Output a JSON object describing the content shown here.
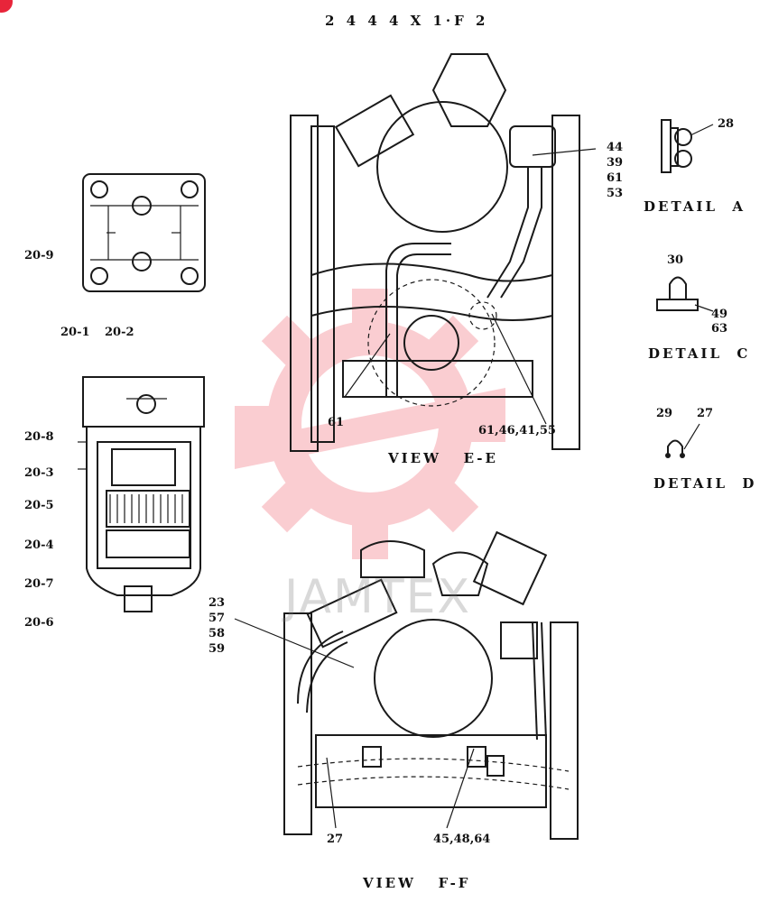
{
  "header": {
    "drawing_number": "2 4 4 4 X 1·F 2"
  },
  "colors": {
    "badge": "#e8253a",
    "watermark_logo": "#f6a6ad",
    "line": "#1a1a1a"
  },
  "watermark": {
    "text": "JAMTEX"
  },
  "views": {
    "view_ee": {
      "title": "VIEW   E-E",
      "callouts": [
        "44",
        "39",
        "61",
        "53",
        "61",
        "61,46,41,55"
      ]
    },
    "view_ff": {
      "title": "VIEW   F-F",
      "callouts": [
        "23",
        "57",
        "58",
        "59",
        "27",
        "45,48,64"
      ]
    }
  },
  "details": {
    "detail_a": {
      "title": "DETAIL  A",
      "callouts": [
        "28"
      ]
    },
    "detail_c": {
      "title": "DETAIL  C",
      "callouts": [
        "30",
        "49",
        "63"
      ]
    },
    "detail_d": {
      "title": "DETAIL  D",
      "callouts": [
        "29",
        "27"
      ]
    }
  },
  "filter_assembly": {
    "callouts": [
      "20-9",
      "20-1",
      "20-2",
      "20-8",
      "20-3",
      "20-5",
      "20-4",
      "20-7",
      "20-6"
    ]
  }
}
